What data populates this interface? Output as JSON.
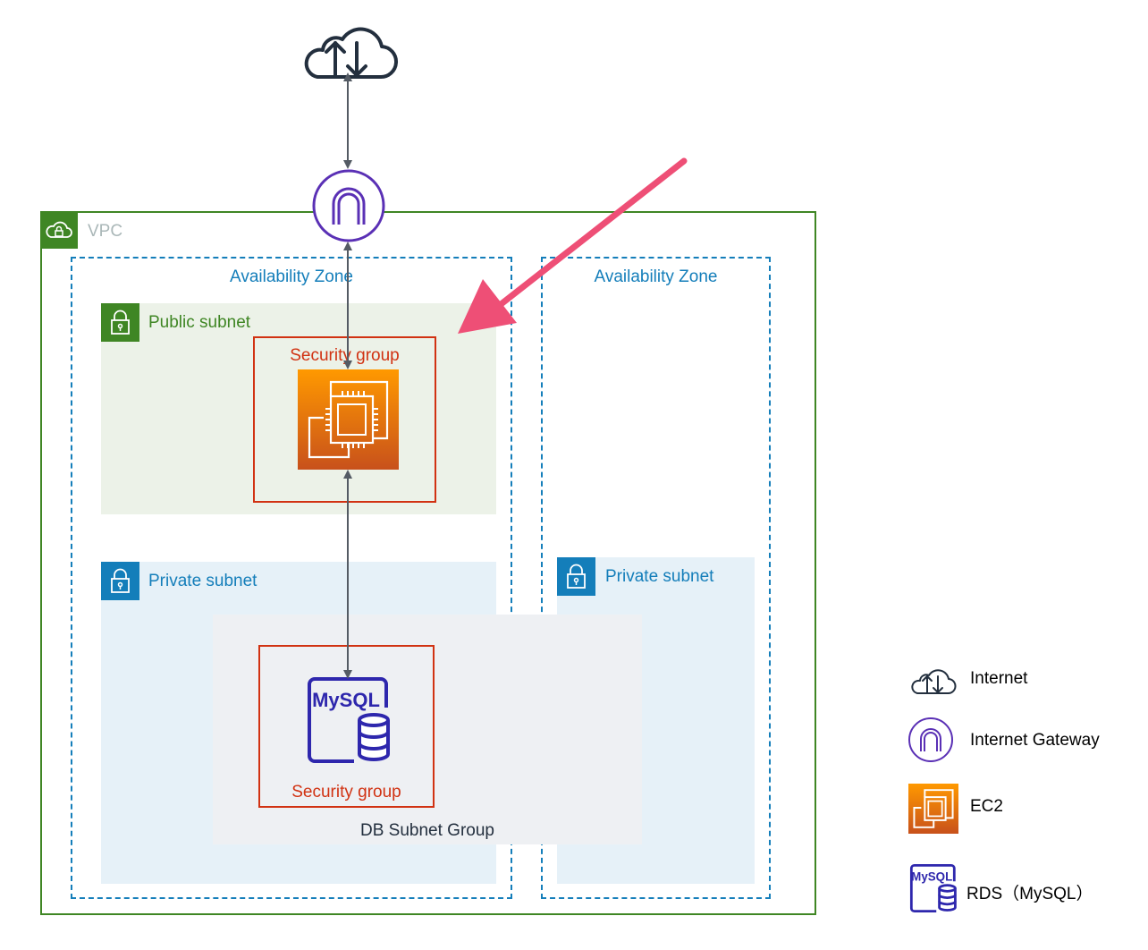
{
  "vpc": {
    "label": "VPC"
  },
  "zones": [
    {
      "label": "Availability Zone"
    },
    {
      "label": "Availability Zone"
    }
  ],
  "subnets": {
    "public": {
      "label": "Public subnet"
    },
    "private_1": {
      "label": "Private subnet"
    },
    "private_2": {
      "label": "Private subnet"
    }
  },
  "security_groups": [
    {
      "label": "Security group"
    },
    {
      "label": "Security group"
    }
  ],
  "db_subnet_group": {
    "label": "DB Subnet Group"
  },
  "rds_icon_text": "MySQL",
  "legend": [
    {
      "icon": "cloud-updown-icon",
      "label": "Internet"
    },
    {
      "icon": "internet-gateway-icon",
      "label": "Internet Gateway"
    },
    {
      "icon": "ec2-icon",
      "label": "EC2"
    },
    {
      "icon": "rds-mysql-icon",
      "label": "RDS（MySQL）"
    }
  ],
  "colors": {
    "vpc": "#3f8624",
    "zone": "#147eba",
    "public_subnet_bg": "#ecf2e8",
    "private_subnet_bg": "#e6f1f8",
    "security_group": "#d13212",
    "gateway": "#5a30b5",
    "rds": "#2e27ad",
    "ec2_top": "#ff9900",
    "ec2_bottom": "#c8511b",
    "connector": "#545b64",
    "highlight_arrow": "#ee4f76"
  }
}
